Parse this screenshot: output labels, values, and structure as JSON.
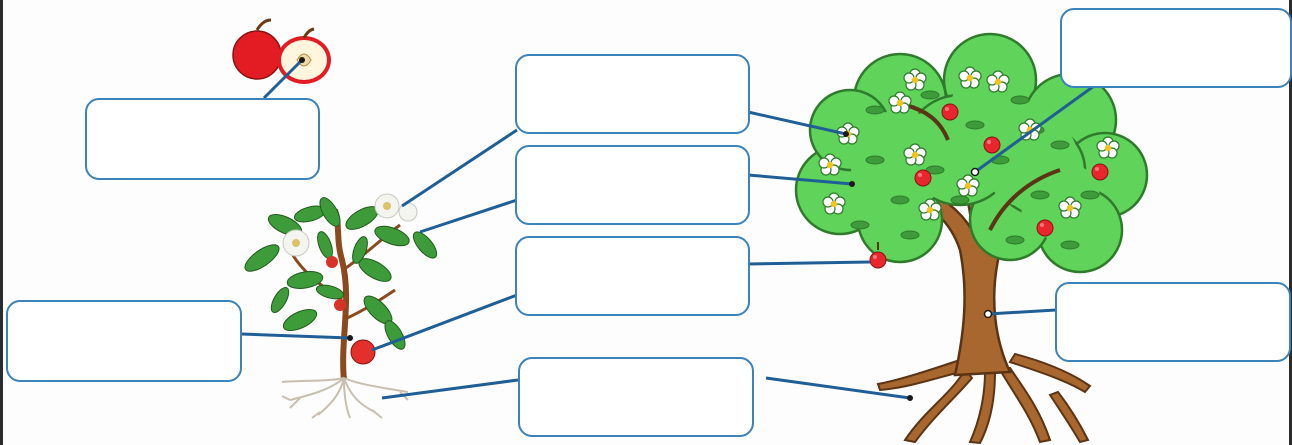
{
  "worksheet": {
    "labels": [
      {
        "id": "apple-slice-box",
        "text": ""
      },
      {
        "id": "flower-box",
        "text": ""
      },
      {
        "id": "leaf-box",
        "text": ""
      },
      {
        "id": "fruit-box",
        "text": ""
      },
      {
        "id": "root-box",
        "text": ""
      },
      {
        "id": "stem-box",
        "text": ""
      },
      {
        "id": "branch-box",
        "text": ""
      },
      {
        "id": "trunk-box",
        "text": ""
      }
    ],
    "colors": {
      "box_border": "#3d82b8",
      "connector": "#1f5f96",
      "foliage": "#5fd35a",
      "foliage_outline": "#2f7a2b",
      "trunk": "#a8672e",
      "trunk_outline": "#5a3414",
      "apple": "#e8262d",
      "flower_petal": "#ffffff",
      "flower_center": "#f2c318"
    }
  }
}
